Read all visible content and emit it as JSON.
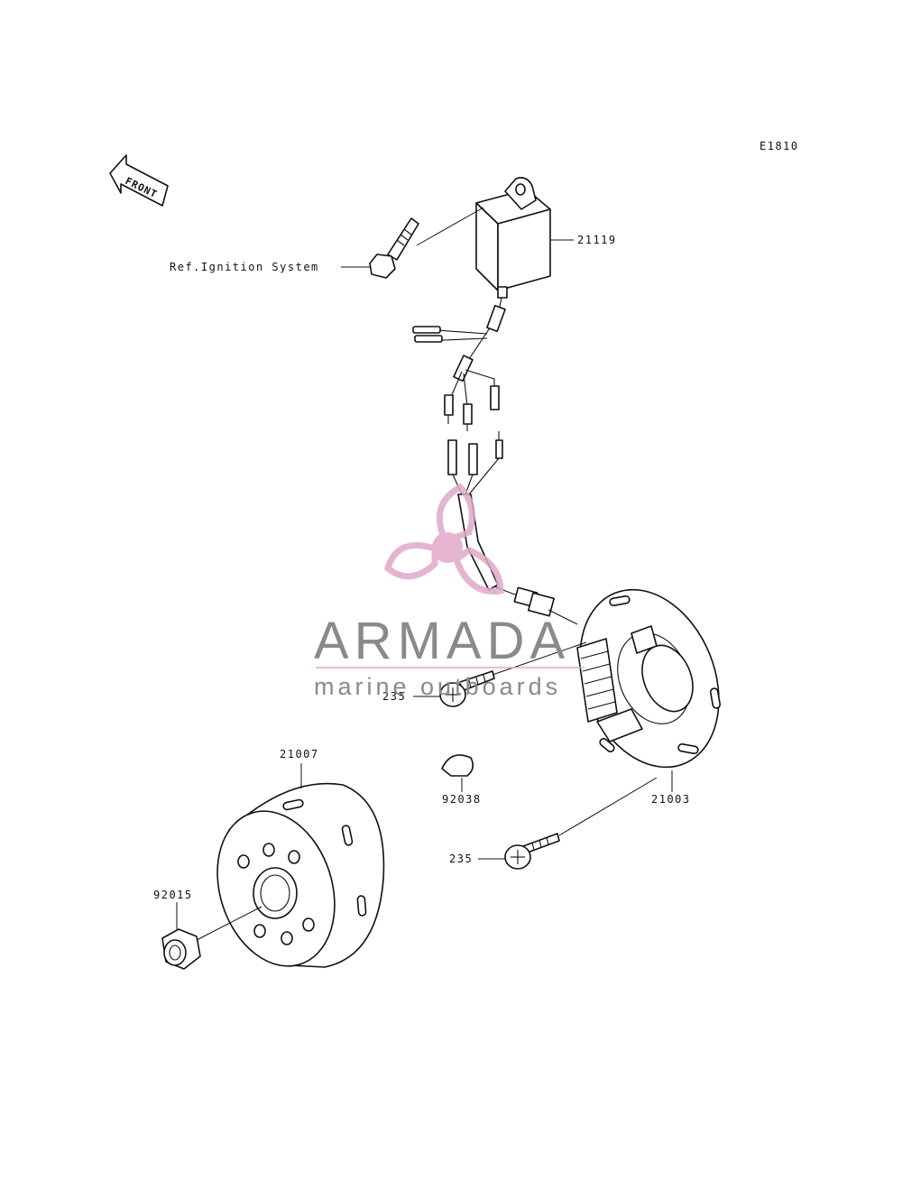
{
  "diagram": {
    "code": "E1810",
    "front_label": "FRONT",
    "reference_label": "Ref.Ignition System",
    "callouts": {
      "cdi_unit": "21119",
      "stator": "21003",
      "flywheel": "21007",
      "key": "92038",
      "nut": "92015",
      "bolt_upper": "235",
      "bolt_lower": "235"
    }
  },
  "watermark": {
    "brand": "ARMADA",
    "tagline": "marine outboards",
    "colors": {
      "text": "#8a8a8a",
      "accent": "#e0a8c8"
    }
  }
}
